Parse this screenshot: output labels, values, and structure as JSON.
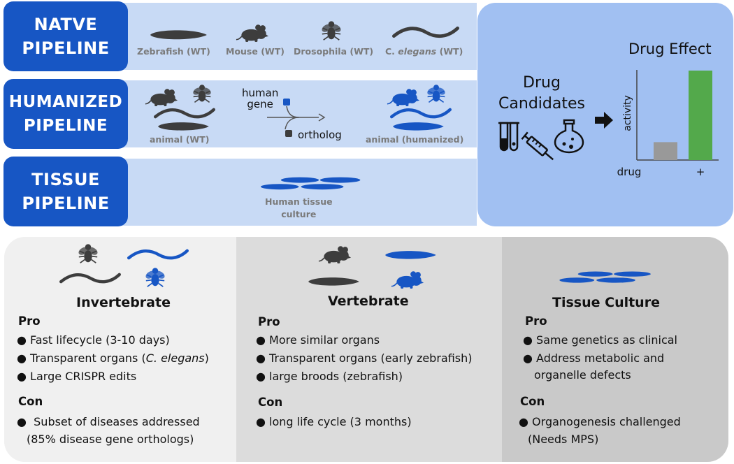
{
  "colors": {
    "brand_blue": "#1756c4",
    "band": "#c8daf5",
    "panel": "#a1c0f2",
    "animal_dark": "#3d3d3d",
    "animal_blue": "#1756c4",
    "bar_grey": "#999999",
    "bar_green": "#53a94b"
  },
  "pipelines": {
    "native": {
      "line1": "NATVE",
      "line2": "PIPELINE",
      "animals": [
        {
          "label": "Zebrafish (WT)",
          "icon": "zebrafish-icon"
        },
        {
          "label": "Mouse (WT)",
          "icon": "mouse-icon"
        },
        {
          "label": "Drosophila (WT)",
          "icon": "fly-icon"
        },
        {
          "label_pre": "C. ",
          "label_em": "elegans",
          "label_post": " (WT)",
          "icon": "worm-icon"
        }
      ]
    },
    "humanized": {
      "line1": "HUMANIZED",
      "line2": "PIPELINE",
      "animal_wt": "animal (WT)",
      "human_gene_1": "human",
      "human_gene_2": "gene",
      "ortholog": "ortholog",
      "animal_humanized": "animal (humanized)"
    },
    "tissue": {
      "line1": "TISSUE",
      "line2": "PIPELINE",
      "culture_1": "Human tissue",
      "culture_2": "culture"
    }
  },
  "drug": {
    "candidates_1": "Drug",
    "candidates_2": "Candidates",
    "effect_title": "Drug Effect",
    "icons": [
      "test-tubes-icon",
      "syringe-icon",
      "flask-icon",
      "arrow-right-icon"
    ]
  },
  "chart_data": {
    "type": "bar",
    "title": "Drug Effect",
    "xlabel": "",
    "ylabel": "activity",
    "categories": [
      "drug",
      "+"
    ],
    "values": [
      0.2,
      1.0
    ],
    "colors": [
      "#999999",
      "#53a94b"
    ],
    "ylim": [
      0,
      1
    ]
  },
  "comparison": {
    "invertebrate": {
      "title": "Invertebrate",
      "pro": "Pro",
      "pros": [
        {
          "text": "Fast lifecycle (3-10 days)"
        },
        {
          "pre": "Transparent organs (",
          "em": "C. elegans",
          "post": ")"
        },
        {
          "text": "Large CRISPR edits"
        }
      ],
      "con": "Con",
      "cons": [
        "Subset of diseases addressed",
        "(85% disease gene orthologs)"
      ]
    },
    "vertebrate": {
      "title": "Vertebrate",
      "pro": "Pro",
      "pros": [
        "More similar organs",
        "Transparent organs (early zebrafish)",
        "large broods (zebrafish)"
      ],
      "con": "Con",
      "cons": [
        "long life cycle (3 months)"
      ]
    },
    "tissue": {
      "title": "Tissue Culture",
      "pro": "Pro",
      "pros": [
        "Same genetics as clinical",
        "Address metabolic and",
        "organelle defects"
      ],
      "con": "Con",
      "cons": [
        "Organogenesis challenged",
        "(Needs MPS)"
      ]
    }
  }
}
